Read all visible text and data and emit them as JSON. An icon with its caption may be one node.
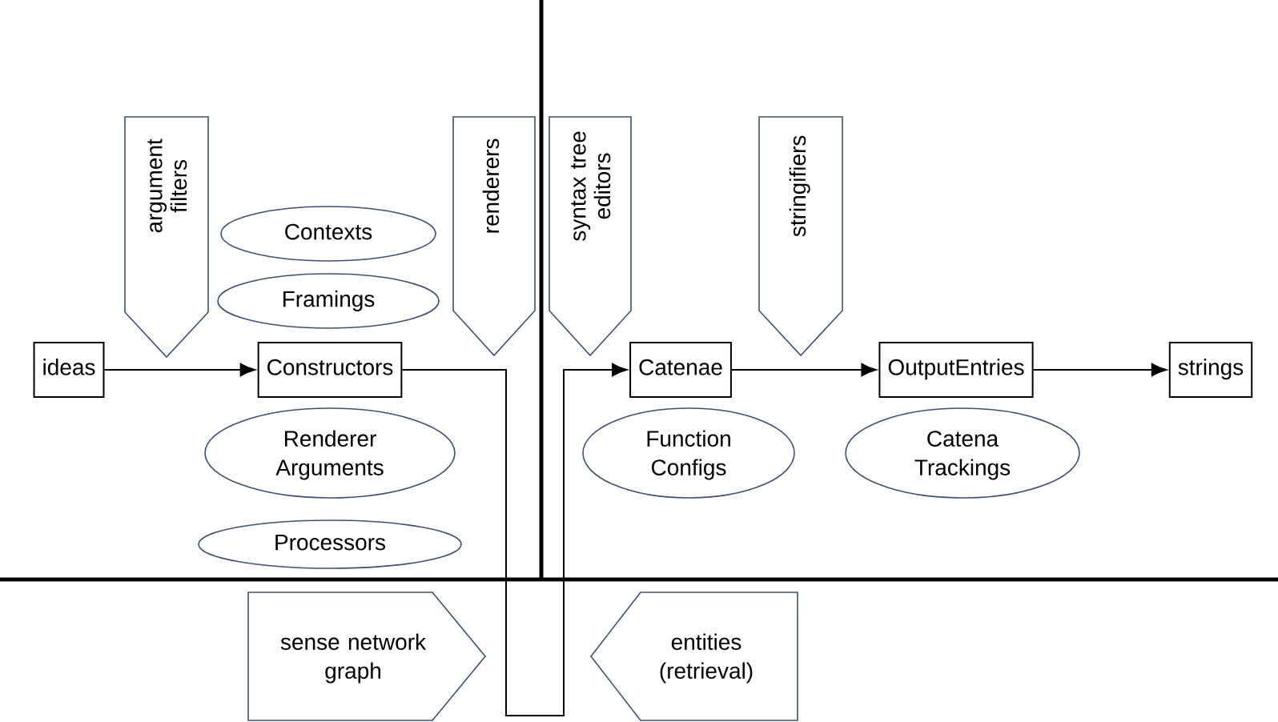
{
  "diagram": {
    "nodes": [
      {
        "text": [
          "ideas"
        ]
      },
      {
        "text": [
          "Constructors"
        ]
      },
      {
        "text": [
          "Catenae"
        ]
      },
      {
        "text": [
          "OutputEntries"
        ]
      },
      {
        "text": [
          "strings"
        ]
      },
      {
        "text": [
          "argument filters"
        ]
      },
      {
        "text": [
          "renderers"
        ]
      },
      {
        "text": [
          "syntax tree editors"
        ]
      },
      {
        "text": [
          "stringifiers"
        ]
      },
      {
        "text": [
          "Contexts"
        ]
      },
      {
        "text": [
          "Framings"
        ]
      },
      {
        "text": [
          "Renderer Arguments"
        ]
      },
      {
        "text": [
          "Processors"
        ]
      },
      {
        "text": [
          "Function Configs"
        ]
      },
      {
        "text": [
          "Catena Trackings"
        ]
      },
      {
        "text": [
          "sense network graph"
        ]
      },
      {
        "text": [
          "entities (retrieval)"
        ]
      }
    ],
    "edges": [
      {
        "from": 0,
        "to": 1,
        "arrow": "to"
      },
      {
        "from": 1,
        "to": 2,
        "arrow": "to"
      },
      {
        "from": 2,
        "to": 3,
        "arrow": "to"
      },
      {
        "from": 3,
        "to": 4,
        "arrow": "to"
      }
    ]
  }
}
